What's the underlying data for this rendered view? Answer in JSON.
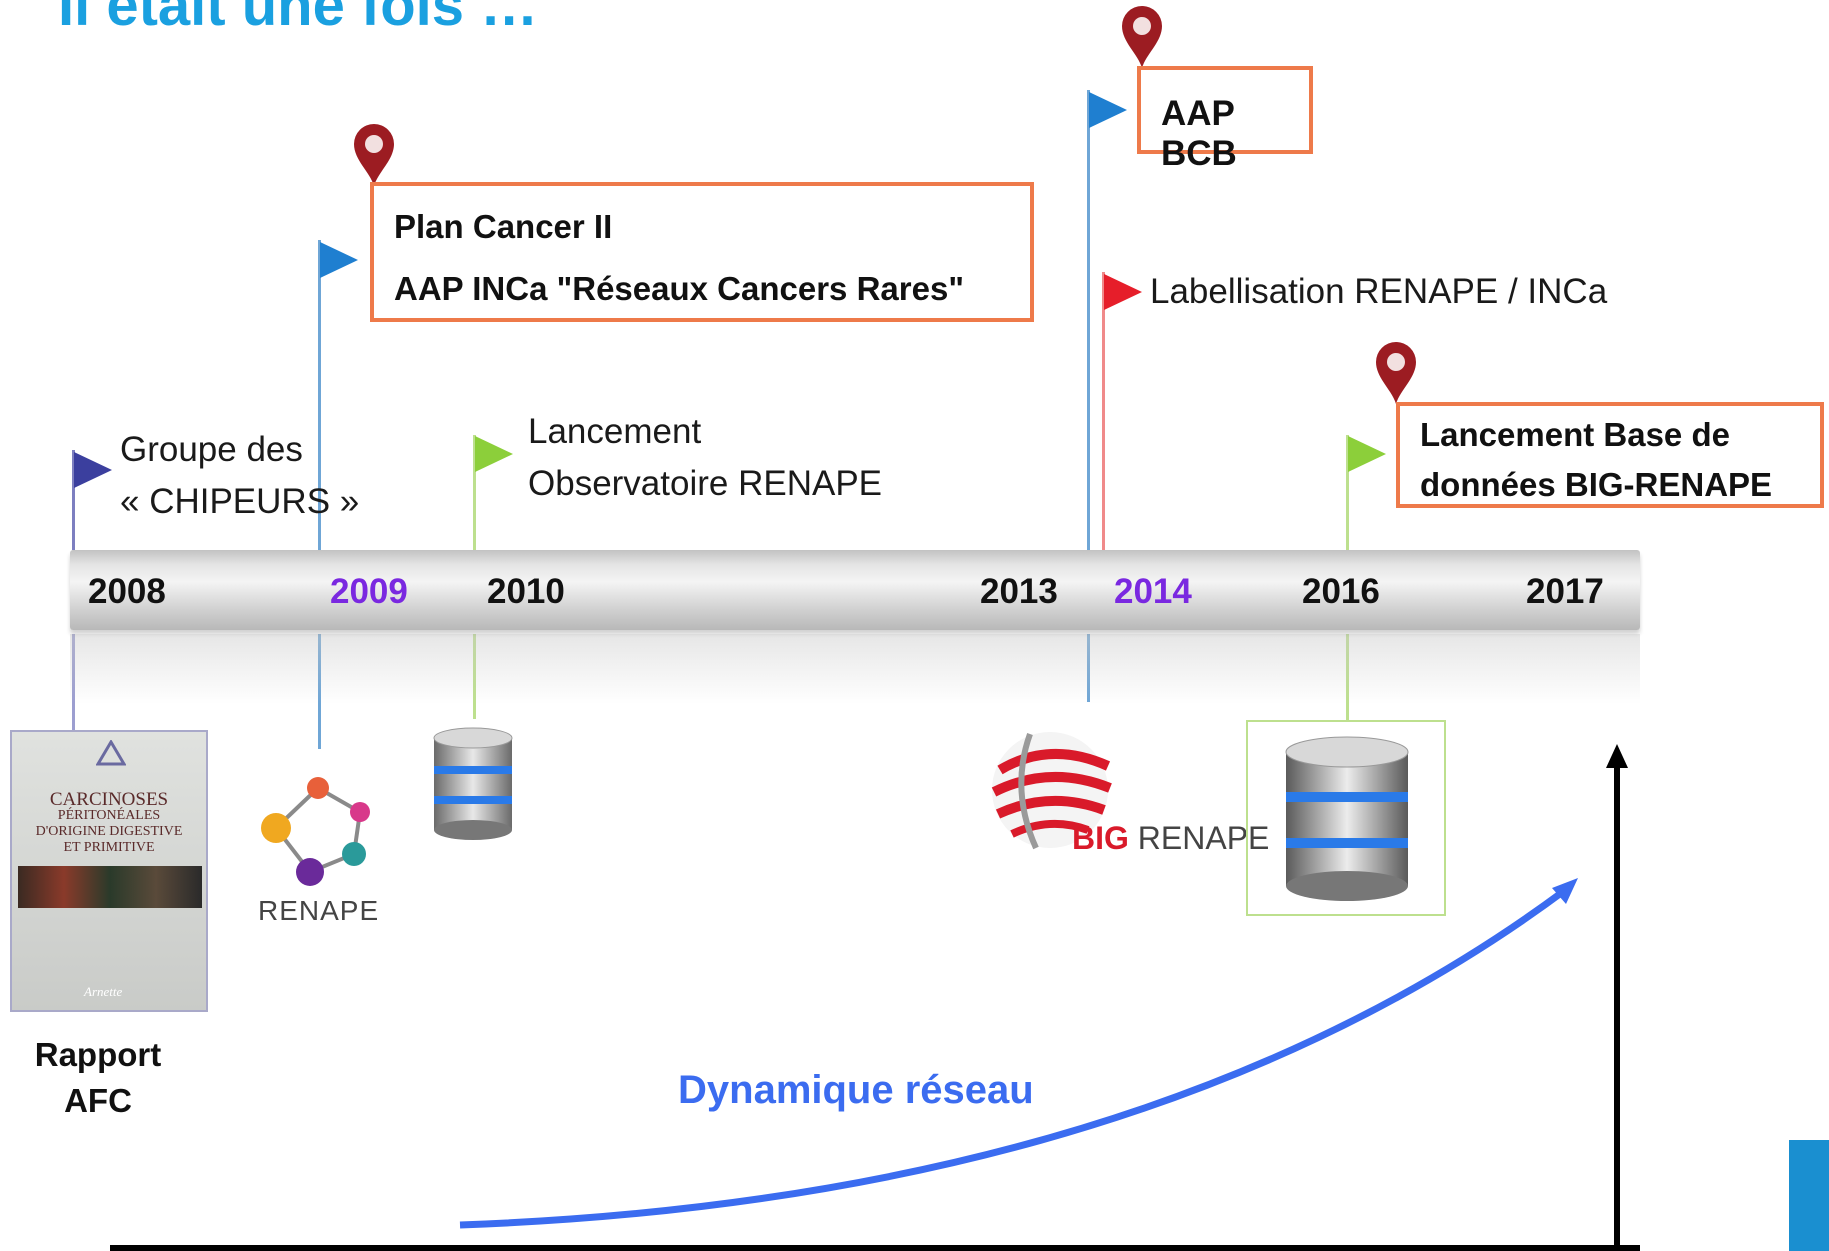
{
  "title": "Il était une fois …",
  "years": [
    {
      "label": "2008",
      "highlight": false
    },
    {
      "label": "2009",
      "highlight": true
    },
    {
      "label": "2010",
      "highlight": false
    },
    {
      "label": "2013",
      "highlight": false
    },
    {
      "label": "2014",
      "highlight": true
    },
    {
      "label": "2016",
      "highlight": false
    },
    {
      "label": "2017",
      "highlight": false
    }
  ],
  "events": {
    "chipeurs": [
      "Groupe des",
      "« CHIPEURS »"
    ],
    "plan_cancer": [
      "Plan Cancer II",
      "AAP INCa \"Réseaux Cancers Rares\""
    ],
    "observatoire": [
      "Lancement",
      "Observatoire RENAPE"
    ],
    "aap_bcb": "AAP BCB",
    "labellisation": "Labellisation RENAPE / INCa",
    "base_donnees": [
      "Lancement Base de",
      "données BIG-RENAPE"
    ]
  },
  "images": {
    "rapport_caption": [
      "Rapport",
      "AFC"
    ],
    "book_title": [
      "CARCINOSES",
      "PÉRITONÉALES",
      "D'ORIGINE DIGESTIVE",
      "ET PRIMITIVE"
    ],
    "book_publisher": "Arnette",
    "renape_logo": "RENAPE",
    "big_renape_logo": {
      "big": "BIG",
      "renape": "RENAPE"
    }
  },
  "dynamique": "Dynamique réseau",
  "colors": {
    "title": "#1aa0e0",
    "box_border": "#ee7a4a",
    "highlight_year": "#7a28e0",
    "curve": "#3b6cf0",
    "pin": "#9c1c22",
    "flag_navy": "#3b3f9e",
    "flag_blue": "#1f7fd0",
    "flag_green": "#8ccf3a",
    "flag_red": "#e61e2a"
  }
}
